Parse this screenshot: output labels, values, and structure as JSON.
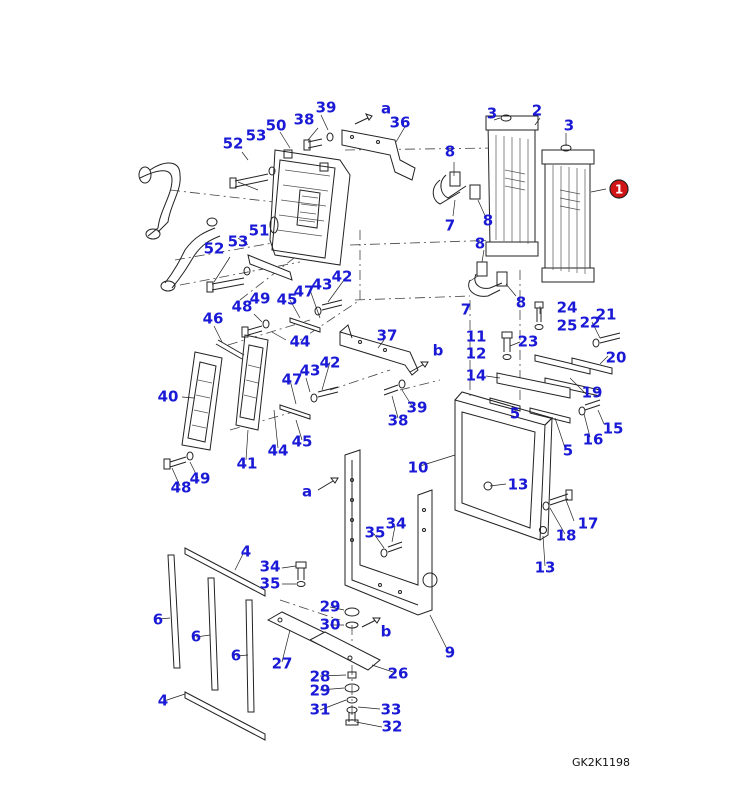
{
  "reference_code": "GK2K1198",
  "badge": {
    "label": "1",
    "color": "#d11414"
  },
  "label_color": "#1a1ad6",
  "labels": {
    "l39a": "39",
    "la1": "a",
    "l36": "36",
    "l38a": "38",
    "l50": "50",
    "l53a": "53",
    "l52a": "52",
    "l3a": "3",
    "l2": "2",
    "l3b": "3",
    "l8a": "8",
    "l7a": "7",
    "l8b": "8",
    "l8c": "8",
    "l7b": "7",
    "l8d": "8",
    "l51": "51",
    "l53b": "53",
    "l52b": "52",
    "l42a": "42",
    "l43a": "43",
    "l47a": "47",
    "l45a": "45",
    "l49a": "49",
    "l48a": "48",
    "l44a": "44",
    "l46": "46",
    "l24": "24",
    "l25": "25",
    "l22": "22",
    "l21": "21",
    "l11": "11",
    "l23": "23",
    "l12": "12",
    "l20": "20",
    "l14": "14",
    "l19": "19",
    "l15": "15",
    "l16": "16",
    "l5a": "5",
    "l5b": "5",
    "l37": "37",
    "lb1": "b",
    "l42b": "42",
    "l43b": "43",
    "l47b": "47",
    "l38b": "38",
    "l39b": "39",
    "l40": "40",
    "l44b": "44",
    "l45b": "45",
    "l41": "41",
    "l49b": "49",
    "l48b": "48",
    "l10": "10",
    "l13a": "13",
    "la2": "a",
    "l17": "17",
    "l18": "18",
    "l13b": "13",
    "l35a": "35",
    "l34a": "34",
    "l4a": "4",
    "l34b": "34",
    "l35b": "35",
    "l6a": "6",
    "l6b": "6",
    "l6c": "6",
    "l29a": "29",
    "l30": "30",
    "lb2": "b",
    "l27": "27",
    "l26": "26",
    "l9": "9",
    "l28": "28",
    "l29b": "29",
    "l33": "33",
    "l31": "31",
    "l32": "32",
    "l4b": "4"
  }
}
